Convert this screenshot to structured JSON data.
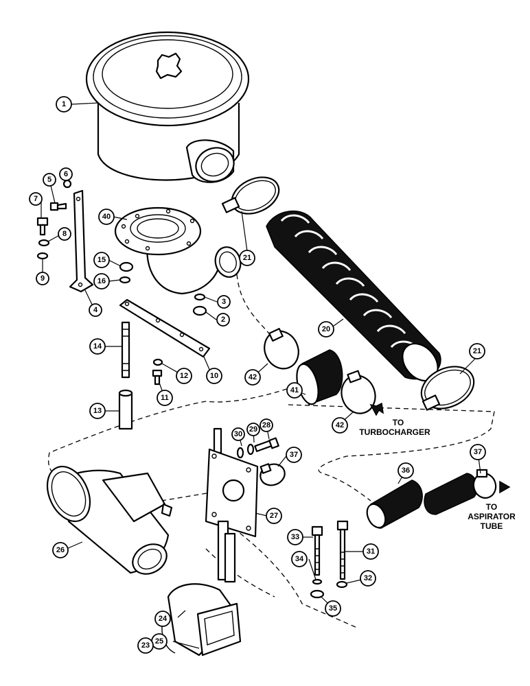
{
  "diagram": {
    "notes": {
      "turbo_to": "TO",
      "turbo_target": "TURBOCHARGER",
      "aspirator_to": "TO",
      "aspirator_line1": "ASPIRATOR",
      "aspirator_line2": "TUBE"
    },
    "callouts": {
      "c1": "1",
      "c2": "2",
      "c3": "3",
      "c4": "4",
      "c5": "5",
      "c6": "6",
      "c7": "7",
      "c8": "8",
      "c9": "9",
      "c10": "10",
      "c11": "11",
      "c12": "12",
      "c13": "13",
      "c14": "14",
      "c15": "15",
      "c16": "16",
      "c20": "20",
      "c21a": "21",
      "c21b": "21",
      "c23": "23",
      "c24": "24",
      "c25": "25",
      "c26": "26",
      "c27": "27",
      "c28": "28",
      "c29": "29",
      "c30": "30",
      "c31": "31",
      "c32": "32",
      "c33": "33",
      "c34": "34",
      "c35": "35",
      "c36": "36",
      "c37a": "37",
      "c37b": "37",
      "c40": "40",
      "c41": "41",
      "c42a": "42",
      "c42b": "42"
    }
  }
}
